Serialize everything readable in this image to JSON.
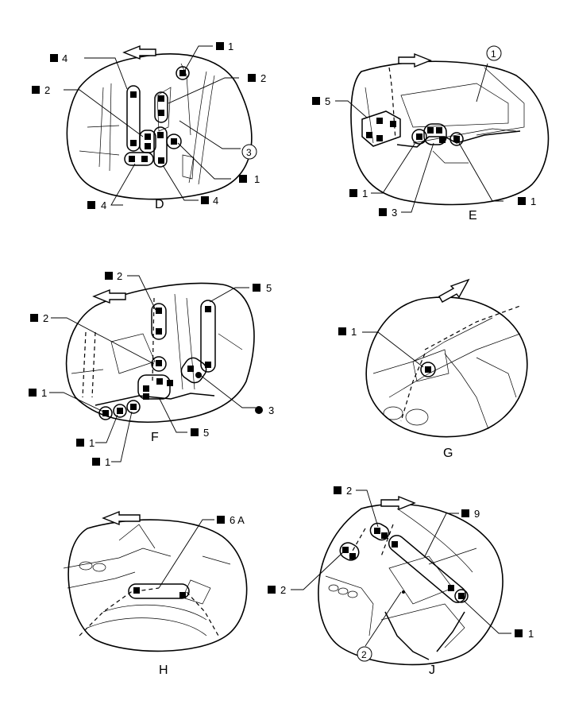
{
  "panels": [
    {
      "id": "D",
      "caption": "D",
      "direction": "left",
      "labels": [
        {
          "marker": "square",
          "text": "4"
        },
        {
          "marker": "square",
          "text": "1"
        },
        {
          "marker": "square",
          "text": "2"
        },
        {
          "marker": "square",
          "text": "2"
        },
        {
          "marker": "circled",
          "text": "3"
        },
        {
          "marker": "square",
          "text": "1"
        },
        {
          "marker": "square",
          "text": "4"
        },
        {
          "marker": "square",
          "text": "4"
        }
      ]
    },
    {
      "id": "E",
      "caption": "E",
      "direction": "right",
      "labels": [
        {
          "marker": "circled",
          "text": "1"
        },
        {
          "marker": "square",
          "text": "5"
        },
        {
          "marker": "square",
          "text": "1"
        },
        {
          "marker": "square",
          "text": "3"
        },
        {
          "marker": "square",
          "text": "1"
        }
      ]
    },
    {
      "id": "F",
      "caption": "F",
      "direction": "left",
      "labels": [
        {
          "marker": "square",
          "text": "2"
        },
        {
          "marker": "square",
          "text": "5"
        },
        {
          "marker": "square",
          "text": "2"
        },
        {
          "marker": "square",
          "text": "1"
        },
        {
          "marker": "dot",
          "text": "3"
        },
        {
          "marker": "square",
          "text": "5"
        },
        {
          "marker": "square",
          "text": "1"
        },
        {
          "marker": "square",
          "text": "1"
        }
      ]
    },
    {
      "id": "G",
      "caption": "G",
      "direction": "up-right",
      "labels": [
        {
          "marker": "square",
          "text": "1"
        }
      ]
    },
    {
      "id": "H",
      "caption": "H",
      "direction": "left",
      "labels": [
        {
          "marker": "square",
          "text": "6 A"
        }
      ]
    },
    {
      "id": "J",
      "caption": "J",
      "direction": "right",
      "labels": [
        {
          "marker": "square",
          "text": "2"
        },
        {
          "marker": "square",
          "text": "9"
        },
        {
          "marker": "square",
          "text": "2"
        },
        {
          "marker": "square",
          "text": "1"
        },
        {
          "marker": "circled",
          "text": "2"
        }
      ]
    }
  ]
}
